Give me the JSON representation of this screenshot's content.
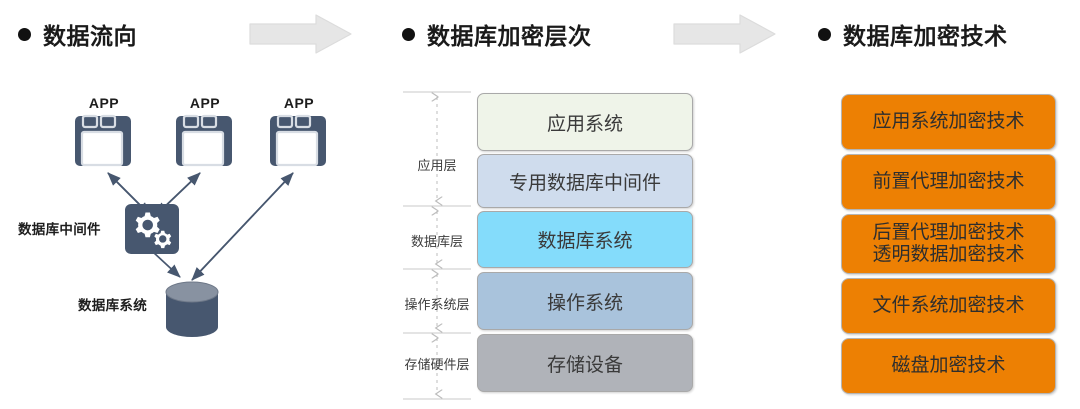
{
  "sections": [
    {
      "id": "flow",
      "title": "数据流向"
    },
    {
      "id": "layers",
      "title": "数据库加密层次"
    },
    {
      "id": "tech",
      "title": "数据库加密技术"
    }
  ],
  "connectors": [
    {
      "name": "arrow-flow-to-layers",
      "icon": "right-block-arrow",
      "color": "#e6e6e6"
    },
    {
      "name": "arrow-layers-to-tech",
      "icon": "right-block-arrow",
      "color": "#e6e6e6"
    }
  ],
  "flow": {
    "apps": [
      {
        "label": "APP"
      },
      {
        "label": "APP"
      },
      {
        "label": "APP"
      }
    ],
    "middleware": {
      "label": "数据库中间件",
      "icon": "gears-icon"
    },
    "database": {
      "label": "数据库系统",
      "icon": "database-cylinder-icon"
    },
    "node_color": "#47576f"
  },
  "layers": {
    "axis_labels": [
      {
        "label": "应用层"
      },
      {
        "label": "数据库层"
      },
      {
        "label": "操作系统层"
      },
      {
        "label": "存储硬件层"
      }
    ],
    "boxes": [
      {
        "label": "应用系统",
        "color": "#eff4e9"
      },
      {
        "label": "专用数据库中间件",
        "color": "#cfdced"
      },
      {
        "label": "数据库系统",
        "color": "#84dcfb"
      },
      {
        "label": "操作系统",
        "color": "#a9c3dc"
      },
      {
        "label": "存储设备",
        "color": "#b0b3b9"
      }
    ]
  },
  "tech": {
    "accent_color": "#ed8003",
    "boxes": [
      {
        "lines": [
          "应用系统加密技术"
        ]
      },
      {
        "lines": [
          "前置代理加密技术"
        ]
      },
      {
        "lines": [
          "后置代理加密技术",
          "透明数据加密技术"
        ]
      },
      {
        "lines": [
          "文件系统加密技术"
        ]
      },
      {
        "lines": [
          "磁盘加密技术"
        ]
      }
    ]
  }
}
